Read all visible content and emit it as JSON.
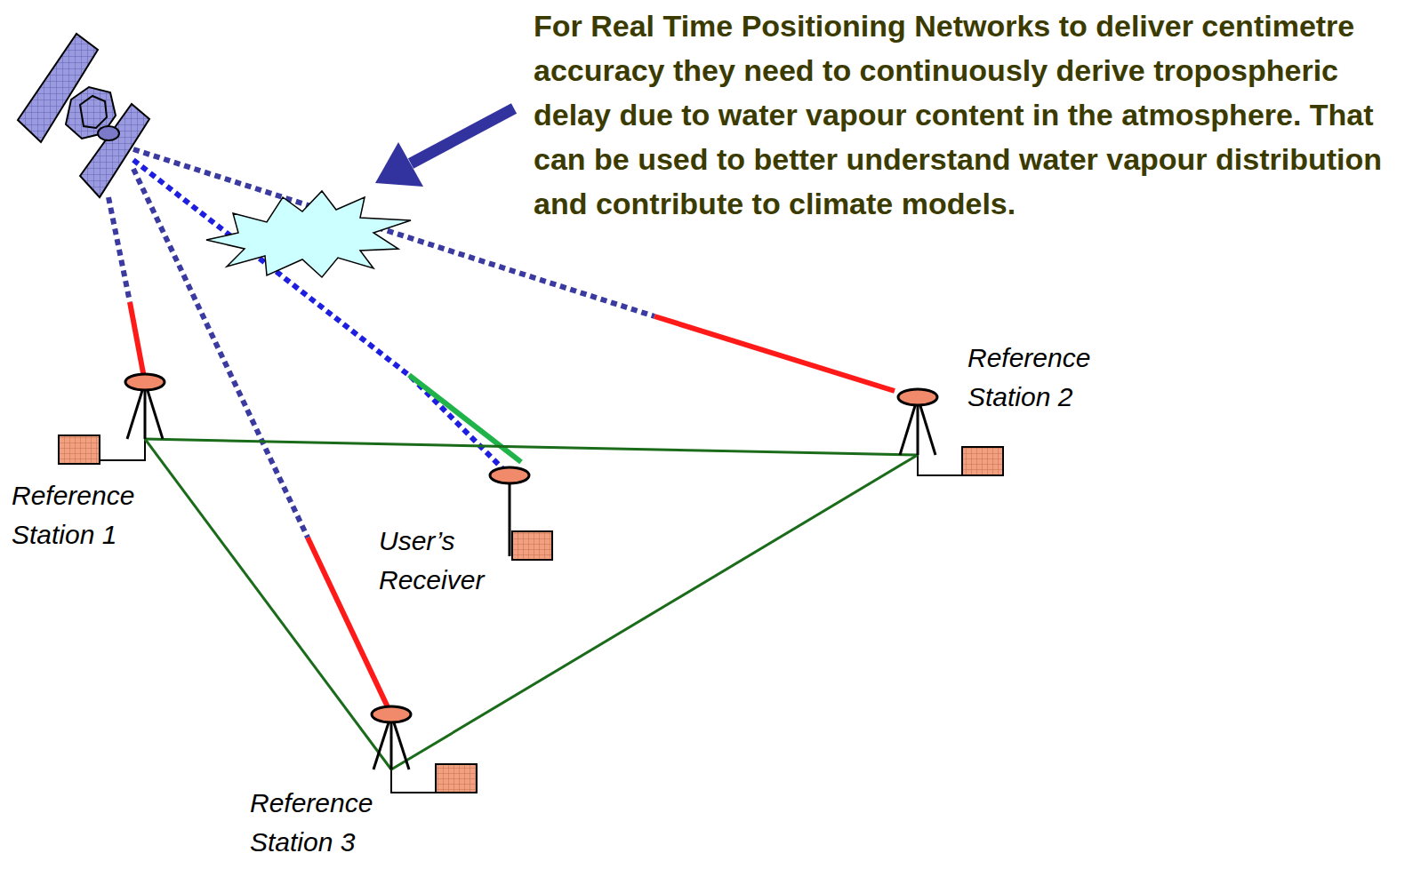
{
  "diagram": {
    "nodes": [
      {
        "text": [
          "Reference Station 1"
        ]
      },
      {
        "text": [
          "User’s Receiver"
        ]
      },
      {
        "text": [
          "Reference Station 2"
        ]
      },
      {
        "text": [
          "Reference Station 3"
        ]
      }
    ],
    "edges": [
      {
        "from": 0,
        "to": 2,
        "arrow": "none"
      },
      {
        "from": 2,
        "to": 3,
        "arrow": "none"
      },
      {
        "from": 3,
        "to": 0,
        "arrow": "none"
      }
    ],
    "labels": [
      "For Real Time Positioning Networks to deliver centimetre accuracy they need to continuously derive tropospheric delay due to water vapour content in the atmosphere.  That can be used to better understand water vapour distribution and contribute to climate models."
    ]
  }
}
